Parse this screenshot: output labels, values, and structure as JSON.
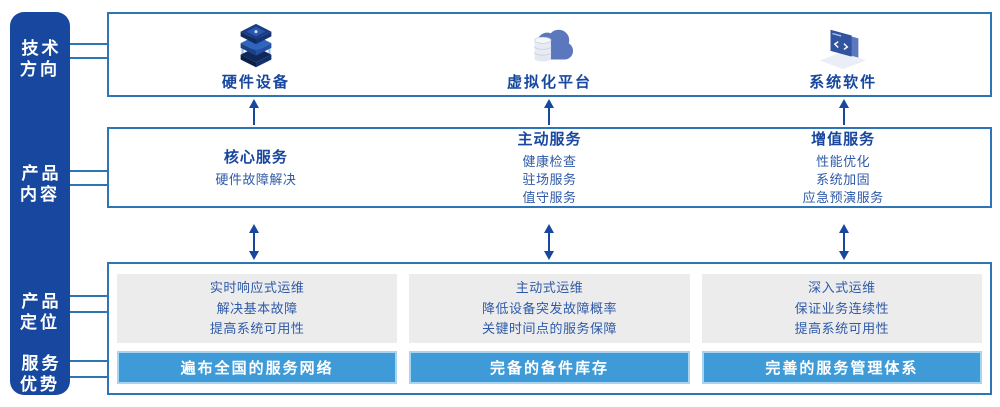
{
  "colors": {
    "primary_dark_blue": "#17479E",
    "box_border_blue": "#2E75B6",
    "body_text_blue": "#2F5AA8",
    "banner_blue": "#3F9BD8",
    "banner_border_light_blue": "#A9D4EF",
    "gray_panel": "#ECECEC",
    "arrow_navy": "#17479E"
  },
  "sidebar": {
    "labels": [
      {
        "text": "技术\n方向"
      },
      {
        "text": "产品\n内容"
      },
      {
        "text": "产品\n定位"
      },
      {
        "text": "服务\n优势"
      }
    ]
  },
  "tech_direction_row": {
    "items": [
      {
        "icon": "server-stack-icon",
        "label": "硬件设备"
      },
      {
        "icon": "cloud-database-icon",
        "label": "虚拟化平台"
      },
      {
        "icon": "software-window-icon",
        "label": "系统软件"
      }
    ]
  },
  "product_content_row": {
    "columns": [
      {
        "heading": "核心服务",
        "items": [
          "硬件故障解决"
        ]
      },
      {
        "heading": "主动服务",
        "items": [
          "健康检查",
          "驻场服务",
          "值守服务"
        ]
      },
      {
        "heading": "增值服务",
        "items": [
          "性能优化",
          "系统加固",
          "应急预演服务"
        ]
      }
    ]
  },
  "bottom_row": {
    "columns": [
      {
        "positioning_lines": [
          "实时响应式运维",
          "解决基本故障",
          "提高系统可用性"
        ],
        "advantage_banner": "遍布全国的服务网络"
      },
      {
        "positioning_lines": [
          "主动式运维",
          "降低设备突发故障概率",
          "关键时间点的服务保障"
        ],
        "advantage_banner": "完备的备件库存"
      },
      {
        "positioning_lines": [
          "深入式运维",
          "保证业务连续性",
          "提高系统可用性"
        ],
        "advantage_banner": "完善的服务管理体系"
      }
    ]
  }
}
